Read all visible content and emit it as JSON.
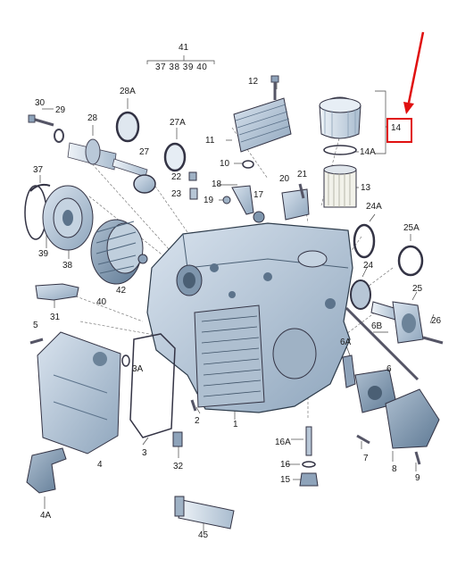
{
  "diagram": {
    "highlight_label": "14",
    "accent_color": "#e01010",
    "labels": {
      "l41": "41",
      "l37_40": "37 38 39 40",
      "l12": "12",
      "l30": "30",
      "l29": "29",
      "l28": "28",
      "l28A": "28A",
      "l27A": "27A",
      "l27": "27",
      "l11": "11",
      "l10": "10",
      "l22": "22",
      "l23": "23",
      "l18": "18",
      "l19": "19",
      "l17": "17",
      "l20": "20",
      "l21": "21",
      "l14A": "14A",
      "l13": "13",
      "l37": "37",
      "l39": "39",
      "l38": "38",
      "l40": "40",
      "l42": "42",
      "l31": "31",
      "l24A": "24A",
      "l25A": "25A",
      "l24": "24",
      "l25": "25",
      "l26": "26",
      "l5": "5",
      "l6B": "6B",
      "l6A": "6A",
      "l3A": "3A",
      "l6": "6",
      "l4": "4",
      "l3": "3",
      "l2": "2",
      "l1": "1",
      "l16A": "16A",
      "l7": "7",
      "l8": "8",
      "l16": "16",
      "l15": "15",
      "l9": "9",
      "l32": "32",
      "l4A": "4A",
      "l45": "45"
    }
  }
}
